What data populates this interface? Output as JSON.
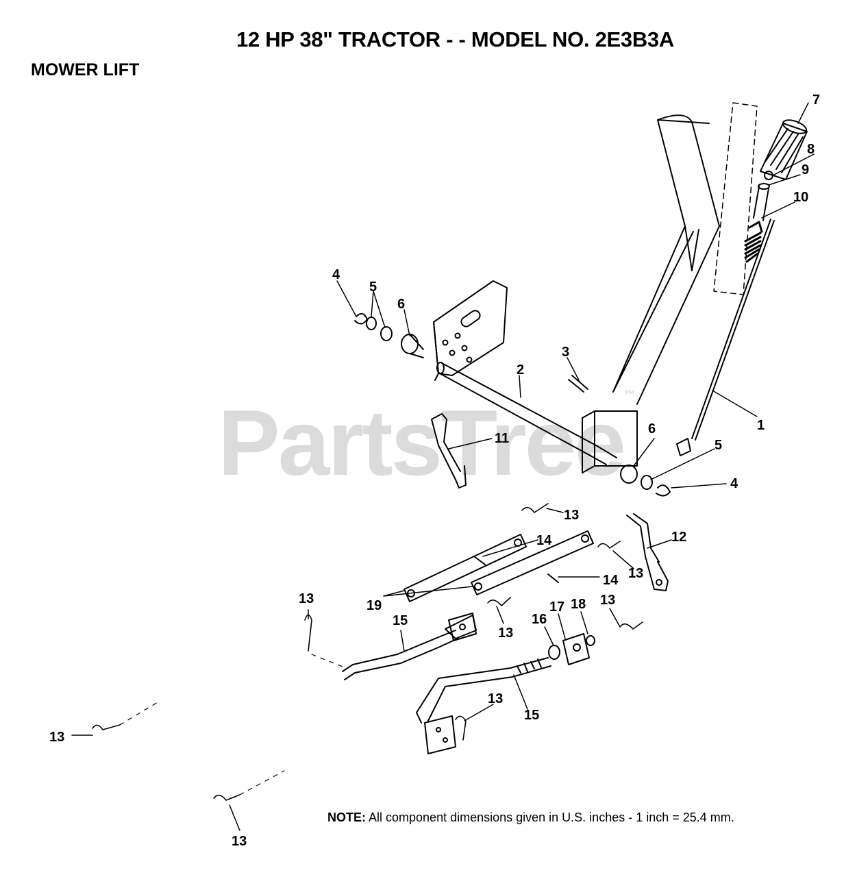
{
  "header": {
    "title": "12 HP 38\" TRACTOR - - MODEL NO.  2E3B3A",
    "section": "MOWER LIFT"
  },
  "watermark": {
    "text": "PartsTree",
    "mark": "™"
  },
  "callouts": {
    "c1": "1",
    "c2": "2",
    "c3": "3",
    "c4a": "4",
    "c4b": "4",
    "c5a": "5",
    "c5b": "5",
    "c6a": "6",
    "c6b": "6",
    "c7": "7",
    "c8": "8",
    "c9": "9",
    "c10": "10",
    "c11": "11",
    "c12": "12",
    "c13a": "13",
    "c13b": "13",
    "c13c": "13",
    "c13d": "13",
    "c13e": "13",
    "c13f": "13",
    "c13g": "13",
    "c13h": "13",
    "c14a": "14",
    "c14b": "14",
    "c15a": "15",
    "c15b": "15",
    "c16": "16",
    "c17": "17",
    "c18": "18",
    "c19": "19"
  },
  "note": {
    "label": "NOTE:",
    "text": "All component dimensions given in U.S. inches - 1 inch = 25.4 mm."
  }
}
